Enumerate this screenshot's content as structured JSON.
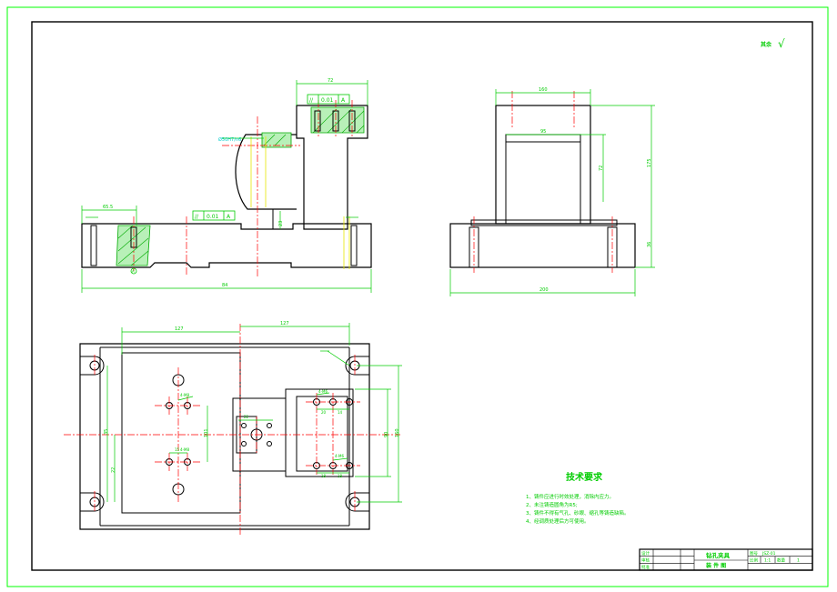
{
  "corner_note": {
    "text": "其余",
    "symbol": "√"
  },
  "front_view": {
    "dim_top": "72",
    "dim_left_small": "65.5",
    "dim_overall": "84",
    "dim_gap": "23",
    "bore_label": "Ø50H7/n6",
    "tol_top": {
      "sym": "//",
      "val": "0.01",
      "ref": "A"
    },
    "tol_mid": {
      "sym": "//",
      "val": "0.01",
      "ref": "A"
    },
    "datum": "A"
  },
  "side_view": {
    "dim_top": "160",
    "dim_inner": "95",
    "dim_right_tall": "175",
    "dim_right_short": "72",
    "dim_right_low": "36",
    "dim_bottom": "200"
  },
  "plan_view": {
    "dim_left_top": "127",
    "dim_right_top": "127",
    "dim_left_vert": "35",
    "dim_left_low": "22",
    "dim_center_vert": "101",
    "dim_right_vert_a": "160",
    "dim_right_vert_b": "90",
    "hole_note_a": "4-M8",
    "hole_note_b": "4-M8",
    "hole_note_c": "4-M6",
    "hole_note_d": "4-M6",
    "dim_small_a": "20",
    "dim_small_b": "14",
    "dim_small_c": "18",
    "dim_small_d": "18",
    "dim_small_e": "15",
    "dim_small_f": "22"
  },
  "tech_req": {
    "title": "技术要求",
    "items": [
      "1、铸件应进行时效处理，消除内应力。",
      "2、未注铸造圆角为R5;",
      "3、铸件不得有气孔、砂眼、缩孔等铸造缺陷。",
      "4、经调质处理后方可使用。"
    ]
  },
  "title_block": {
    "name": "钻孔夹具",
    "drawing_type": "装 件 图",
    "code": "JSZ-01",
    "scale": "1:1",
    "sheet": "1",
    "row_labels": [
      "设计",
      "审核",
      "批准"
    ],
    "cell_a": "图号",
    "cell_b": "比例",
    "cell_c": "数量"
  }
}
